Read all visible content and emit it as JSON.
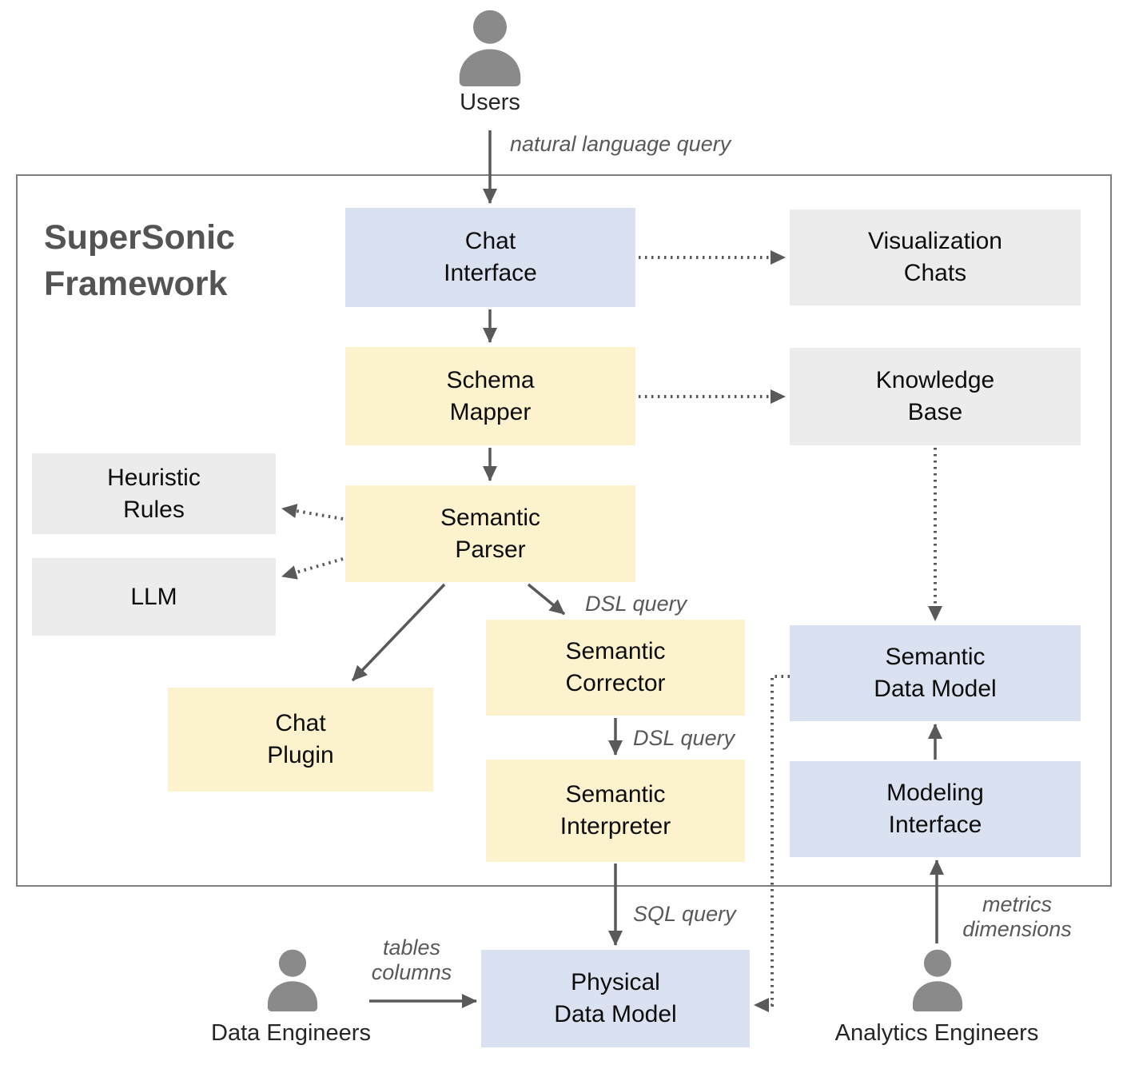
{
  "title": "SuperSonic\nFramework",
  "actors": {
    "users": "Users",
    "data_engineers": "Data Engineers",
    "analytics_engineers": "Analytics Engineers"
  },
  "nodes": {
    "chat_interface": "Chat\nInterface",
    "visualization_chats": "Visualization\nChats",
    "schema_mapper": "Schema\nMapper",
    "knowledge_base": "Knowledge\nBase",
    "heuristic_rules": "Heuristic\nRules",
    "llm": "LLM",
    "semantic_parser": "Semantic\nParser",
    "chat_plugin": "Chat\nPlugin",
    "semantic_corrector": "Semantic\nCorrector",
    "semantic_interpreter": "Semantic\nInterpreter",
    "semantic_data_model": "Semantic\nData Model",
    "modeling_interface": "Modeling\nInterface",
    "physical_data_model": "Physical\nData Model"
  },
  "edge_labels": {
    "natural_language_query": "natural language query",
    "dsl_query_parser_to_corrector": "DSL query",
    "dsl_query_corrector_to_interpreter": "DSL query",
    "sql_query": "SQL query",
    "tables_columns": "tables\ncolumns",
    "metrics_dimensions": "metrics\ndimensions"
  },
  "edges": [
    {
      "from": "Users",
      "to": "Chat Interface",
      "style": "solid",
      "label": "natural language query"
    },
    {
      "from": "Chat Interface",
      "to": "Visualization Chats",
      "style": "dotted"
    },
    {
      "from": "Chat Interface",
      "to": "Schema Mapper",
      "style": "solid"
    },
    {
      "from": "Schema Mapper",
      "to": "Knowledge Base",
      "style": "dotted"
    },
    {
      "from": "Schema Mapper",
      "to": "Semantic Parser",
      "style": "solid"
    },
    {
      "from": "Semantic Parser",
      "to": "Heuristic Rules",
      "style": "dotted"
    },
    {
      "from": "Semantic Parser",
      "to": "LLM",
      "style": "dotted"
    },
    {
      "from": "Semantic Parser",
      "to": "Chat Plugin",
      "style": "solid"
    },
    {
      "from": "Semantic Parser",
      "to": "Semantic Corrector",
      "style": "solid",
      "label": "DSL query"
    },
    {
      "from": "Semantic Corrector",
      "to": "Semantic Interpreter",
      "style": "solid",
      "label": "DSL query"
    },
    {
      "from": "Semantic Interpreter",
      "to": "Physical Data Model",
      "style": "solid",
      "label": "SQL query"
    },
    {
      "from": "Knowledge Base",
      "to": "Semantic Data Model",
      "style": "dotted"
    },
    {
      "from": "Modeling Interface",
      "to": "Semantic Data Model",
      "style": "solid"
    },
    {
      "from": "Analytics Engineers",
      "to": "Modeling Interface",
      "style": "solid",
      "label": "metrics dimensions"
    },
    {
      "from": "Data Engineers",
      "to": "Physical Data Model",
      "style": "solid",
      "label": "tables columns"
    },
    {
      "from": "Semantic Data Model",
      "to": "Physical Data Model",
      "style": "dotted"
    }
  ],
  "colors": {
    "blue_node": "#dae1f1",
    "yellow_node": "#fcf2cd",
    "gray_node": "#ececec",
    "arrow": "#595959",
    "person_icon": "#8a8a8a",
    "frame_border": "#7f7f7f",
    "title_text": "#545454",
    "node_text": "#0d0d0d",
    "edge_label_text": "#595959"
  }
}
